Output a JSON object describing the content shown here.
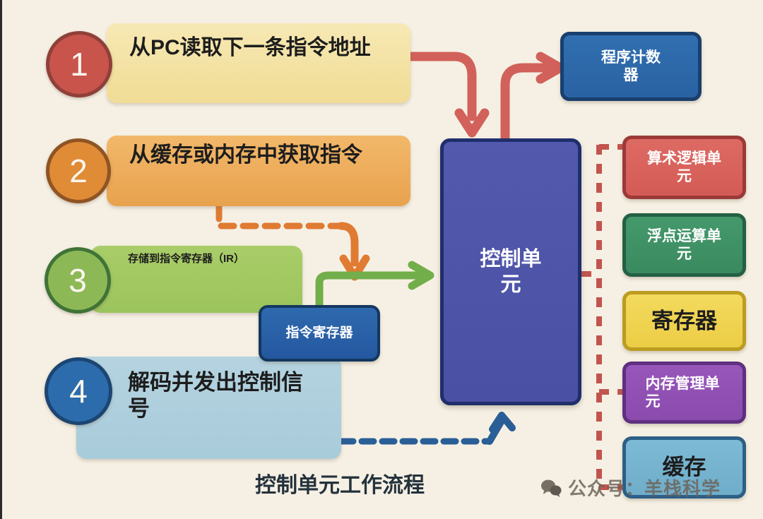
{
  "diagram": {
    "caption": "控制单元工作流程",
    "background_color": "#f6f0e4",
    "steps": [
      {
        "number": "1",
        "text": "从PC读取下一条指令地址",
        "bar_color": "#f5e3a5",
        "circle_color": "#c8544c",
        "circle_border": "#8f4039"
      },
      {
        "number": "2",
        "text": "从缓存或内存中获取指令",
        "bar_color": "#eead5c",
        "circle_color": "#e08b36",
        "circle_border": "#8f5423"
      },
      {
        "number": "3",
        "text": "存储到指令寄存器（IR）",
        "bar_color": "#a4ca63",
        "circle_color": "#8cb955",
        "circle_border": "#3f7337"
      },
      {
        "number": "4",
        "text": "解码并发出控制信号",
        "bar_color": "#aecfdd",
        "circle_color": "#2c6cac",
        "circle_border": "#1c4572"
      }
    ],
    "control_unit": {
      "label": "控制单元",
      "fill": "#4f55a8",
      "border": "#1f2f6b"
    },
    "instruction_register": {
      "label": "指令寄存器",
      "fill": "#2a62a8",
      "border": "#14375f"
    },
    "program_counter": {
      "label": "程序计数器",
      "fill": "#2d6bab",
      "border": "#193f6d"
    },
    "components": [
      {
        "label": "算术逻辑单元",
        "fill": "#d8615c",
        "border": "#9b3a38",
        "font_size": 21
      },
      {
        "label": "浮点运算单元",
        "fill": "#3f9266",
        "border": "#246045",
        "font_size": 21
      },
      {
        "label": "寄存器",
        "fill": "#f0d353",
        "border": "#bc9c20",
        "font_size": 31,
        "text_color": "#1d1d1d"
      },
      {
        "label": "内存管理单元",
        "fill": "#9050b5",
        "border": "#5f2f80",
        "font_size": 21
      },
      {
        "label": "缓存",
        "fill": "#73b3cf",
        "border": "#2d5f86",
        "font_size": 31,
        "text_color": "#1d1d1d"
      }
    ],
    "connectors": {
      "pc_arrow_color": "#d1615a",
      "fetch_arrow_color": "#e07b33",
      "ir_arrow_color": "#72ae4a",
      "control_signal_color": "#2a5e96",
      "bus_color": "#c2544f"
    },
    "watermark": {
      "icon": "wechat-icon",
      "text": "公众号：羊栈科学"
    }
  }
}
